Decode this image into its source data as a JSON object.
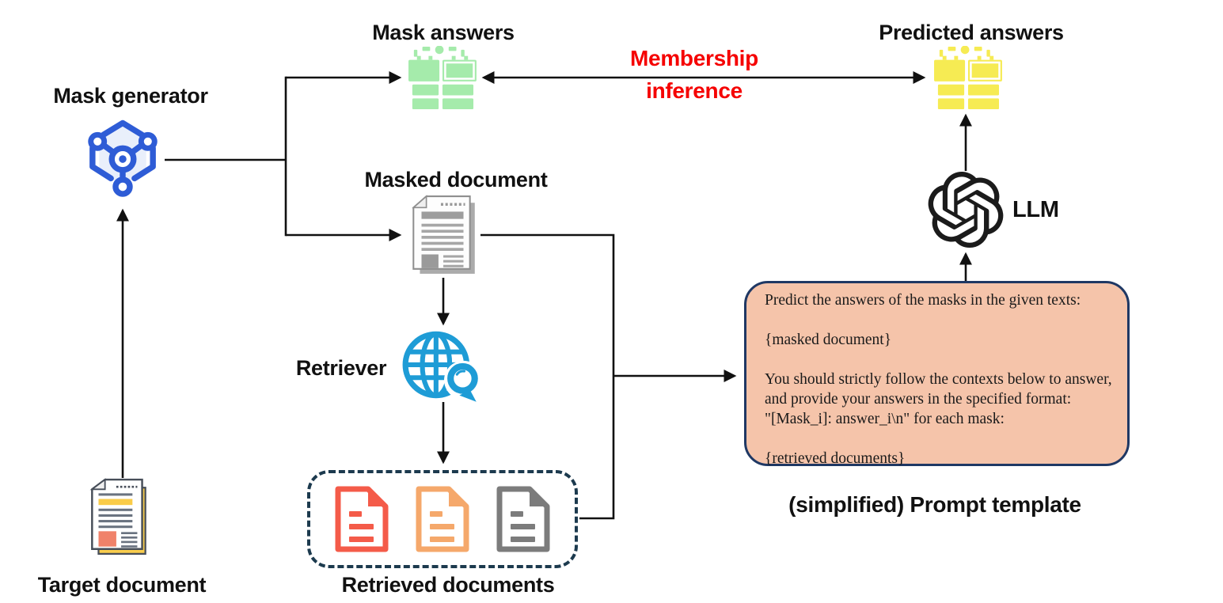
{
  "figure": {
    "type": "flow-diagram",
    "nodes": {
      "mask_generator": {
        "label": "Mask generator",
        "icon": "cube-network-icon",
        "color": "#2E5CD6"
      },
      "target_document": {
        "label": "Target document",
        "icon": "document-page-icon",
        "colors": {
          "back_page": "#F9CD4D",
          "highlight_bar": "#FACC49",
          "image_block": "#F0826A",
          "outline": "#474E59"
        }
      },
      "mask_answers": {
        "label": "Mask answers",
        "icon": "answer-blocks-icon",
        "color": "#A5EBAB"
      },
      "predicted_answers": {
        "label": "Predicted answers",
        "icon": "answer-blocks-icon",
        "color": "#F6EB53"
      },
      "masked_document": {
        "label": "Masked document",
        "icon": "document-pages-icon",
        "color": "#A9A9A9"
      },
      "retriever": {
        "label": "Retriever",
        "icon": "globe-search-icon",
        "color": "#1E9CD6"
      },
      "retrieved_documents": {
        "label": "Retrieved documents",
        "icon": "file-icons",
        "file_colors": [
          "#F45B49",
          "#F5A86B",
          "#7C7C7C"
        ],
        "box_border": "#1C3A4E",
        "box_style": "dashed"
      },
      "llm": {
        "label": "LLM",
        "icon": "openai-logo-icon",
        "color": "#1B1B1B"
      },
      "prompt_template": {
        "caption": "(simplified) Prompt template",
        "fill": "#F5C4AA",
        "border": "#1F3864",
        "text": "Predict the answers of the masks in the given texts:\n\n{masked document}\n\nYou should strictly follow the contexts below to answer,\nand provide your answers in the specified format:\n\"[Mask_i]: answer_i\\n\" for each mask:\n\n{retrieved documents}"
      }
    },
    "edges": {
      "membership_inference": {
        "label": "Membership\ninference",
        "color": "#F50000",
        "style": "double-headed-arrow"
      },
      "arrow_color": "#111111"
    }
  }
}
